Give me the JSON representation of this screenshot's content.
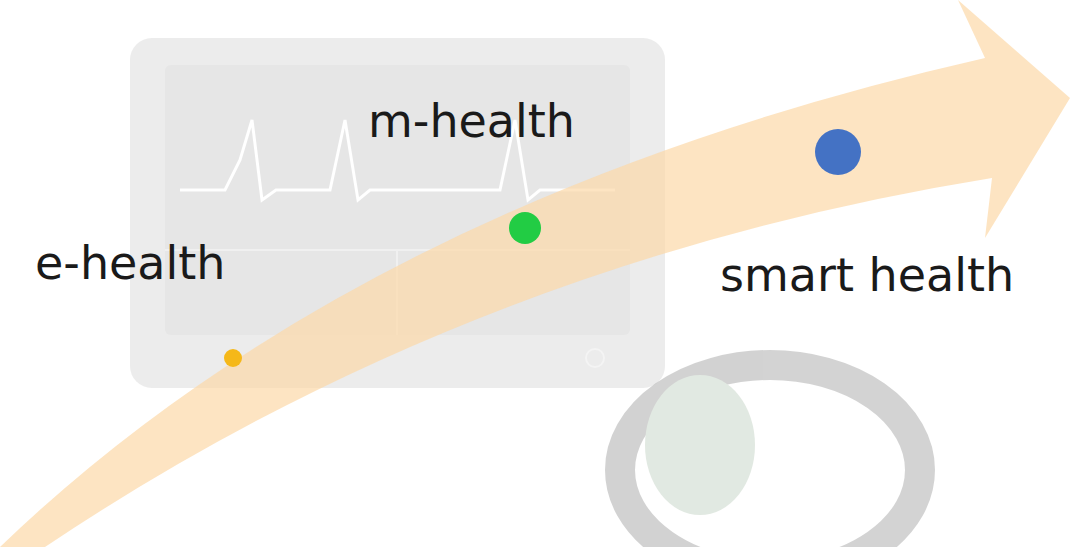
{
  "diagram": {
    "labels": [
      "e-health",
      "m-health",
      "smart health"
    ]
  }
}
